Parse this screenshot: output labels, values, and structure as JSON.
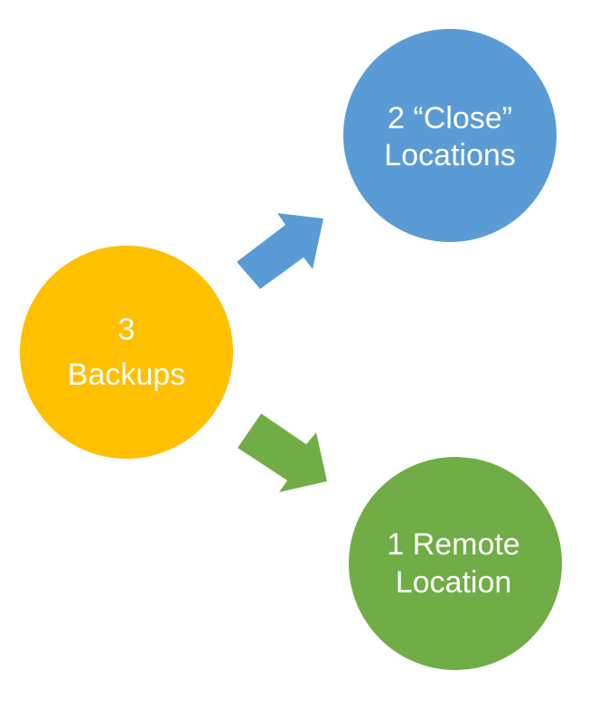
{
  "diagram": {
    "title": "3-2-1 Backup Rule",
    "nodes": [
      {
        "id": "backups",
        "lines": [
          "3",
          "Backups"
        ],
        "color": "#FFC000"
      },
      {
        "id": "close",
        "lines": [
          "2 “Close”",
          "Locations"
        ],
        "color": "#5B9BD5"
      },
      {
        "id": "remote",
        "lines": [
          "1 Remote",
          "Location"
        ],
        "color": "#70AD47"
      }
    ],
    "edges": [
      {
        "from": "backups",
        "to": "close",
        "color": "#5B9BD5"
      },
      {
        "from": "backups",
        "to": "remote",
        "color": "#70AD47"
      }
    ]
  }
}
